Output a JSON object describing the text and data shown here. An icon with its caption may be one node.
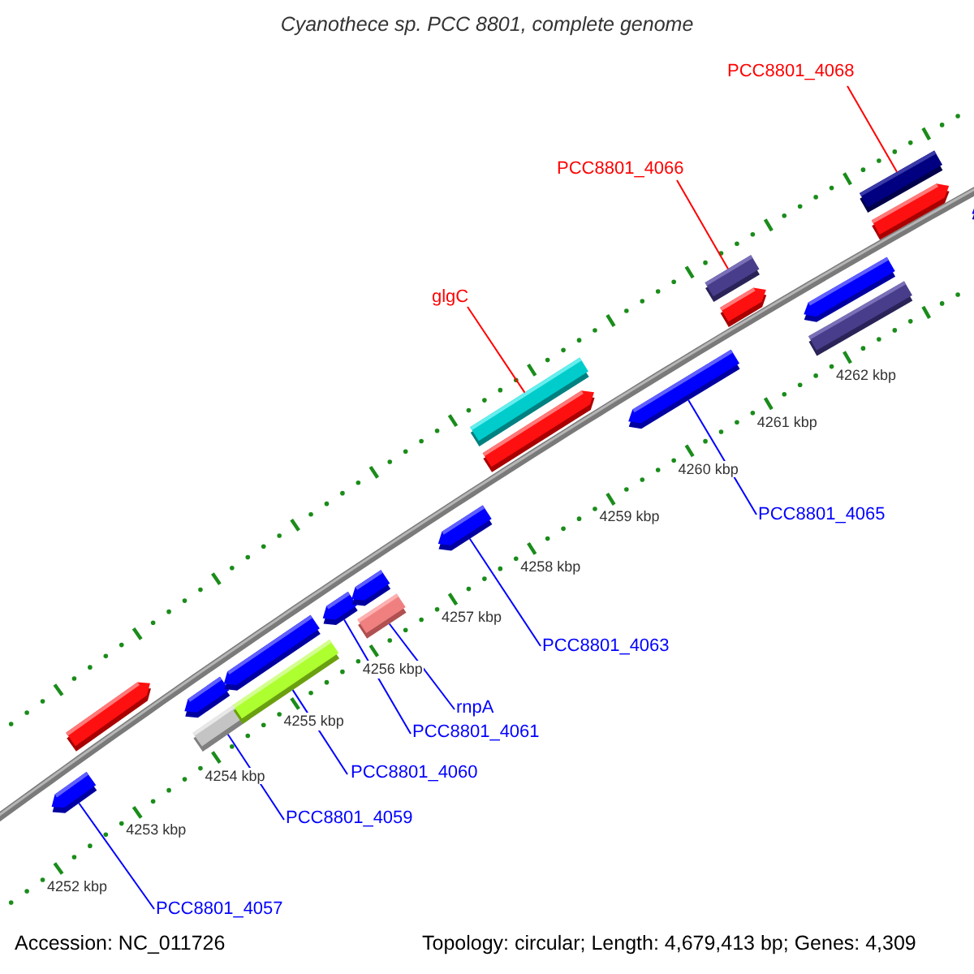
{
  "diagram": {
    "title": "Cyanothece sp. PCC 8801, complete genome",
    "nodes": [
      {
        "text": [
          "PCC8801_4068"
        ]
      },
      {
        "text": [
          "PCC8801_4066"
        ]
      },
      {
        "text": [
          "glgC"
        ]
      },
      {
        "text": [],
        "shape": "bar"
      },
      {
        "text": [],
        "shape": "bar"
      },
      {
        "text": [],
        "shape": "bar"
      },
      {
        "text": [],
        "shape": "bar"
      },
      {
        "text": [],
        "shape": "bar"
      },
      {
        "text": [],
        "shape": "bar"
      },
      {
        "text": [],
        "shape": "bar"
      },
      {
        "text": [],
        "shape": "bar"
      },
      {
        "text": [],
        "shape": "bar"
      },
      {
        "text": [],
        "shape": "bar"
      },
      {
        "text": [],
        "shape": "bar"
      },
      {
        "text": [],
        "shape": "bar"
      },
      {
        "text": [],
        "shape": "bar"
      },
      {
        "text": [],
        "shape": "bar"
      },
      {
        "text": [],
        "shape": "bar"
      },
      {
        "text": [],
        "shape": "bar"
      },
      {
        "text": [],
        "shape": "bar"
      },
      {
        "text": [],
        "shape": "bar"
      },
      {
        "text": [],
        "shape": "bar"
      },
      {
        "text": [],
        "shape": "bar"
      },
      {
        "text": [
          "PCC8801_4065"
        ]
      },
      {
        "text": [
          "PCC8801_4063"
        ]
      },
      {
        "text": [
          "rnpA"
        ]
      },
      {
        "text": [
          "PCC8801_4061"
        ]
      },
      {
        "text": [
          "PCC8801_4060"
        ]
      },
      {
        "text": [
          "PCC8801_4059"
        ]
      },
      {
        "text": [
          "PCC8801_4057"
        ]
      }
    ],
    "edges": [
      {
        "from": 0,
        "to": 8,
        "arrow": "none",
        "color": "#ff0000"
      },
      {
        "from": 1,
        "to": 6,
        "arrow": "none",
        "color": "#ff0000"
      },
      {
        "from": 2,
        "to": 4,
        "arrow": "none",
        "color": "#ff0000"
      },
      {
        "from": 23,
        "to": 20,
        "arrow": "none"
      },
      {
        "from": 24,
        "to": 19,
        "arrow": "none"
      },
      {
        "from": 25,
        "to": 18,
        "arrow": "none"
      },
      {
        "from": 26,
        "to": 16,
        "arrow": "none"
      },
      {
        "from": 27,
        "to": 15,
        "arrow": "none"
      },
      {
        "from": 28,
        "to": 13,
        "arrow": "none"
      },
      {
        "from": 29,
        "to": 11,
        "arrow": "none"
      }
    ],
    "labels": [
      "4252 kbp",
      "4253 kbp",
      "4254 kbp",
      "4255 kbp",
      "4256 kbp",
      "4257 kbp",
      "4258 kbp",
      "4259 kbp",
      "4260 kbp",
      "4261 kbp",
      "4262 kbp",
      "Accession: NC_011726",
      "Topology: circular; Length: 4,679,413 bp; Genes: 4,309"
    ]
  }
}
